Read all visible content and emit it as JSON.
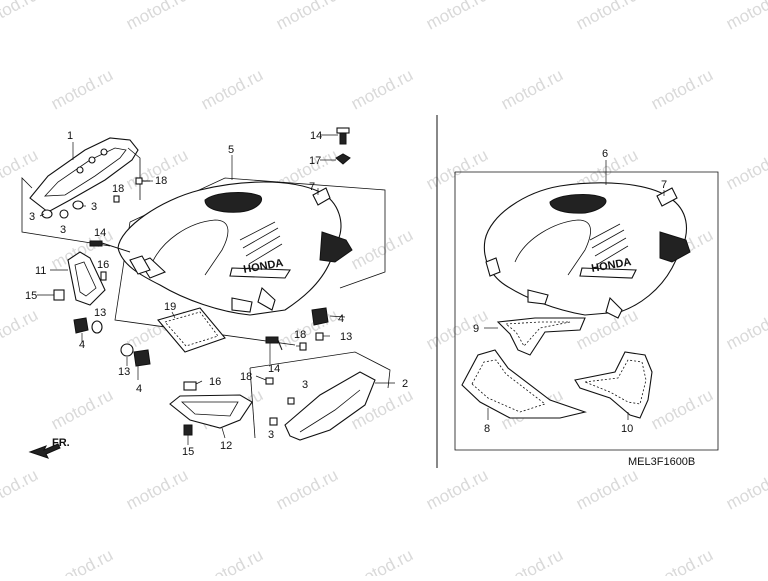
{
  "diagram": {
    "code": "MEL3F1600B",
    "direction_label": "FR.",
    "brand_mark": "HONDA",
    "watermark": "motod.ru",
    "callouts": {
      "c1": "1",
      "c2": "2",
      "c3a": "3",
      "c3b": "3",
      "c3c": "3",
      "c3d": "3",
      "c3e": "3",
      "c4a": "4",
      "c4b": "4",
      "c4c": "4",
      "c5": "5",
      "c6": "6",
      "c7a": "7",
      "c7b": "7",
      "c8": "8",
      "c9": "9",
      "c10": "10",
      "c11": "11",
      "c12": "12",
      "c13a": "13",
      "c13b": "13",
      "c13c": "13",
      "c14a": "14",
      "c14b": "14",
      "c14c": "14",
      "c15a": "15",
      "c15b": "15",
      "c16a": "16",
      "c16b": "16",
      "c17": "17",
      "c18a": "18",
      "c18b": "18",
      "c18c": "18",
      "c18d": "18",
      "c19": "19"
    }
  }
}
